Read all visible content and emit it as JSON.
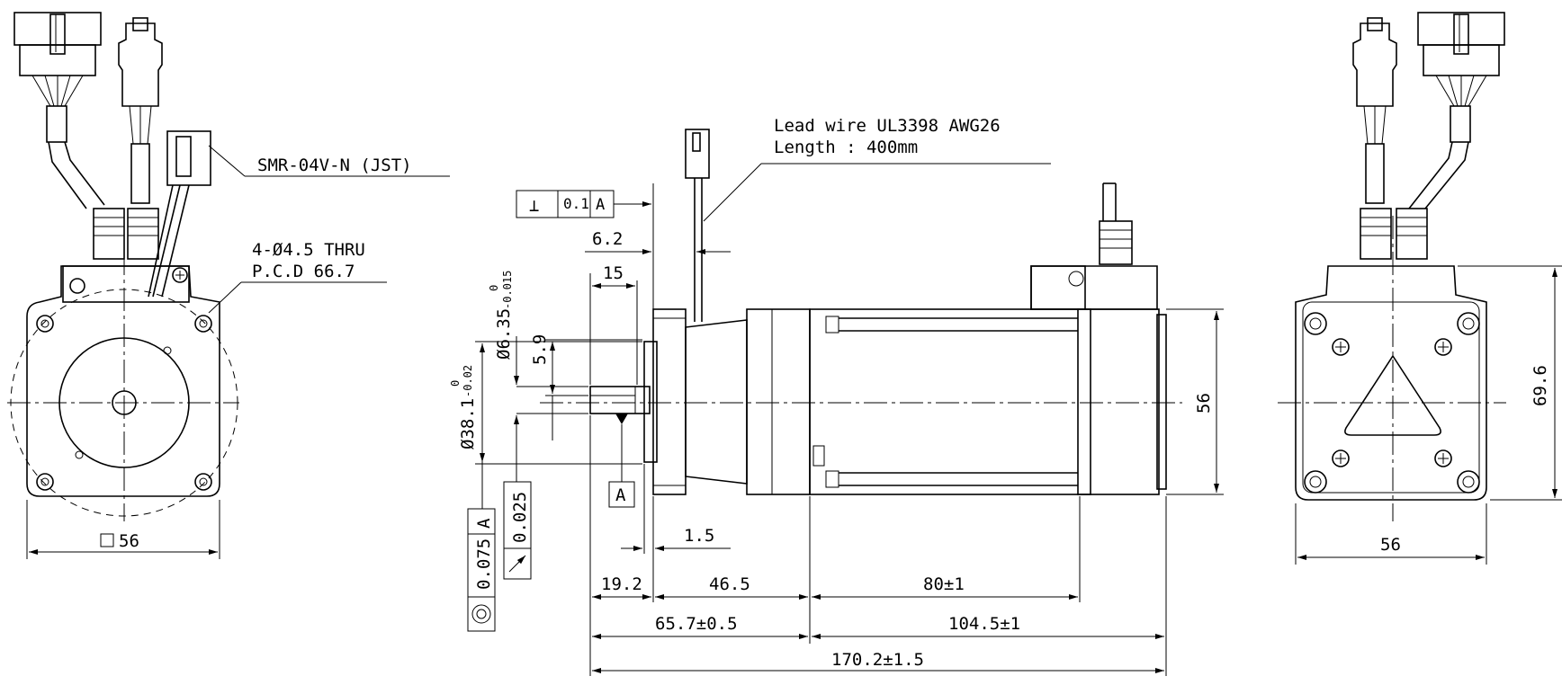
{
  "callouts": {
    "lead_wire_line1": "Lead wire UL3398 AWG26",
    "lead_wire_line2": "Length : 400mm",
    "connector": "SMR-04V-N (JST)",
    "holes_line1": "4-Ø4.5 THRU",
    "holes_line2": "P.C.D 66.7"
  },
  "front_view": {
    "square_dim": "56"
  },
  "side_view": {
    "perpendicularity": {
      "symbol": "⊥",
      "value": "0.1",
      "datum": "A"
    },
    "shaft_diameter": "Ø6.35",
    "shaft_tol_upper": "0",
    "shaft_tol_lower": "-0.015",
    "pilot_diameter": "Ø38.1",
    "pilot_tol_upper": "0",
    "pilot_tol_lower": "-0.02",
    "flat_depth": "5.9",
    "shaft_flat_length": "15",
    "flange_offset": "6.2",
    "flange_thickness": "1.5",
    "datum_label": "A",
    "runout": {
      "value": "0.025"
    },
    "concentricity": {
      "value": "0.075",
      "datum": "A"
    },
    "body_height": "56",
    "dim_19_2": "19.2",
    "dim_46_5": "46.5",
    "dim_80": "80±1",
    "dim_65_7": "65.7±0.5",
    "dim_104_5": "104.5±1",
    "dim_170_2": "170.2±1.5"
  },
  "rear_view": {
    "width": "56",
    "height": "69.6"
  }
}
